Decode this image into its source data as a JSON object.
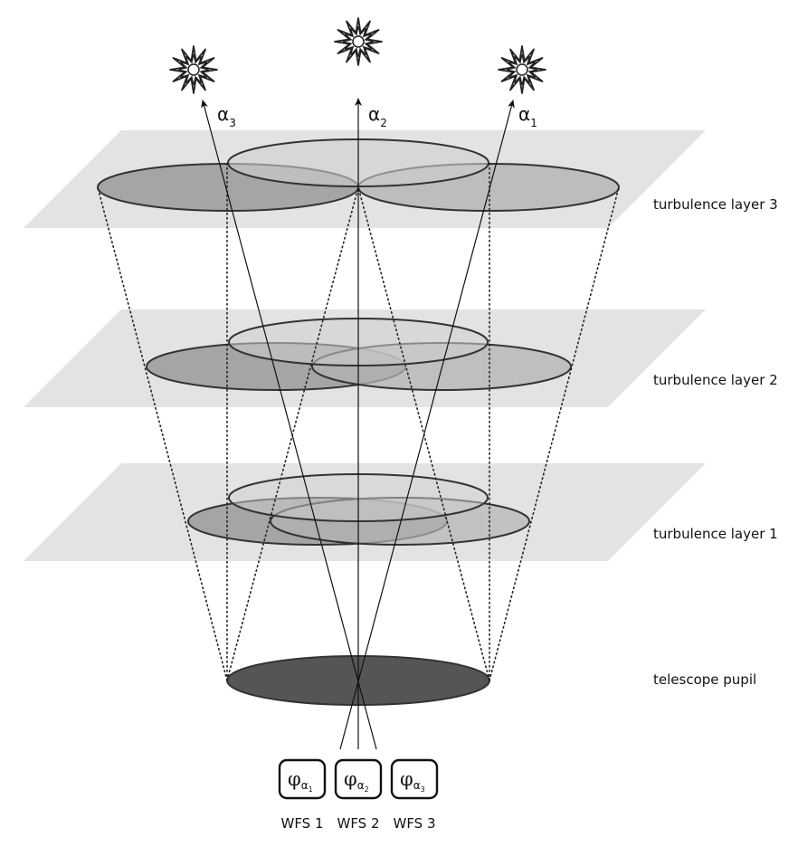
{
  "layers": [
    {
      "label": "turbulence layer 3"
    },
    {
      "label": "turbulence layer 2"
    },
    {
      "label": "turbulence layer 1"
    },
    {
      "label": "telescope pupil"
    }
  ],
  "directions": [
    {
      "symbol": "α",
      "index": "3"
    },
    {
      "symbol": "α",
      "index": "2"
    },
    {
      "symbol": "α",
      "index": "1"
    }
  ],
  "wfs": [
    {
      "phi": "φ",
      "symbol": "α",
      "index": "1",
      "label": "WFS 1"
    },
    {
      "phi": "φ",
      "symbol": "α",
      "index": "2",
      "label": "WFS 2"
    },
    {
      "phi": "φ",
      "symbol": "α",
      "index": "3",
      "label": "WFS 3"
    }
  ],
  "colors": {
    "plane": "#e3e3e3",
    "ellipse_center": "#cfcfcf",
    "ellipse_left": "#9a9a9a",
    "ellipse_right": "#b3b3b3",
    "pupil": "#555555",
    "star": "#222222"
  },
  "icons": [
    "star-icon",
    "star-icon",
    "star-icon"
  ]
}
